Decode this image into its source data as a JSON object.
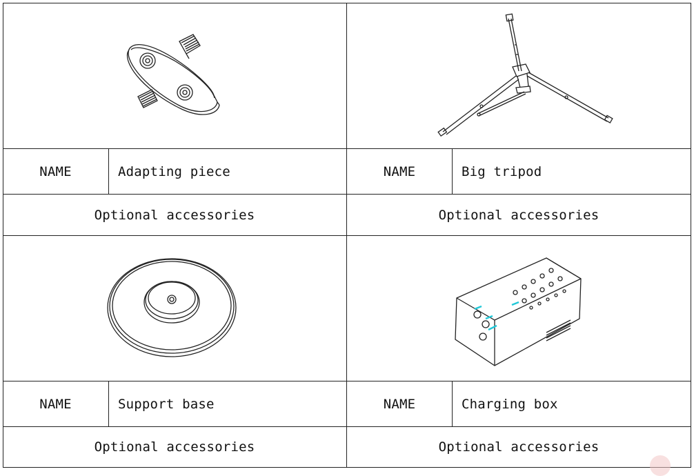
{
  "items": [
    {
      "name_label": "NAME",
      "name_value": "Adapting piece",
      "category": "Optional accessories",
      "image_icon": "adapting-piece-drawing"
    },
    {
      "name_label": "NAME",
      "name_value": "Big tripod",
      "category": "Optional accessories",
      "image_icon": "big-tripod-drawing"
    },
    {
      "name_label": "NAME",
      "name_value": "Support base",
      "category": "Optional accessories",
      "image_icon": "support-base-drawing"
    },
    {
      "name_label": "NAME",
      "name_value": "Charging box",
      "category": "Optional accessories",
      "image_icon": "charging-box-drawing"
    }
  ],
  "colors": {
    "line": "#222222",
    "accent_cyan": "#22c8d8",
    "watermark": "#f2c7c7"
  }
}
